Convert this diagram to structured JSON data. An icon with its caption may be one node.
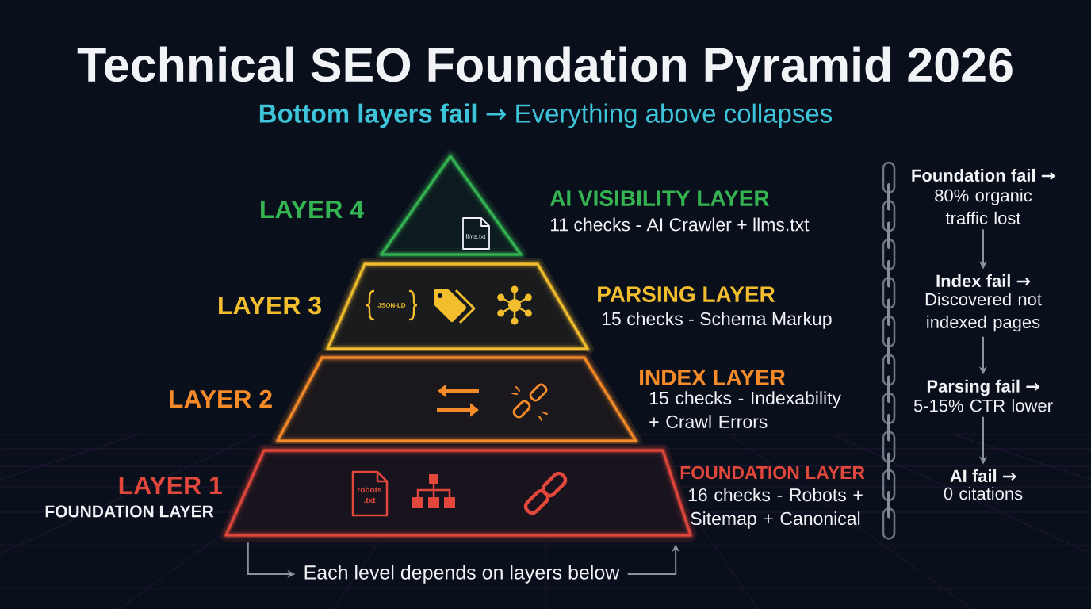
{
  "diagram": {
    "title": "Technical SEO Foundation Pyramid 2026",
    "nodes": [
      {
        "text": [
          "llms.txt",
          "AI VISIBILITY LAYER",
          "11 checks - AI Crawler + llms.txt"
        ],
        "beside": [
          "LAYER 4"
        ]
      },
      {
        "text": [
          "JSON-LD",
          "PARSING LAYER",
          "15 checks - Schema Markup"
        ],
        "beside": [
          "LAYER 3"
        ]
      },
      {
        "text": [
          "INDEX LAYER",
          "15 checks - Indexability + Crawl Errors"
        ],
        "beside": [
          "LAYER 2"
        ]
      },
      {
        "text": [
          "robots .txt",
          "FOUNDATION LAYER",
          "16 checks - Robots + Sitemap + Canonical"
        ],
        "beside": [
          "LAYER 1",
          "FOUNDATION LAYER"
        ]
      },
      {
        "text": [
          "Foundation fail →",
          "80% organic traffic lost"
        ]
      },
      {
        "text": [
          "Index fail →",
          "Discovered not indexed pages"
        ]
      },
      {
        "text": [
          "Parsing fail →",
          "5-15% CTR lower"
        ]
      },
      {
        "text": [
          "AI fail →",
          "0 citations"
        ]
      },
      {
        "text": [
          "Each level depends on layers below"
        ]
      }
    ],
    "edges": [
      {
        "from": 4,
        "to": 5,
        "arrow": "to"
      },
      {
        "from": 5,
        "to": 6,
        "arrow": "to"
      },
      {
        "from": 6,
        "to": 7,
        "arrow": "to"
      },
      {
        "from": 3,
        "to": 8,
        "arrow": "to"
      },
      {
        "from": 8,
        "to": 3,
        "arrow": "to"
      }
    ],
    "labels": [
      "**Bottom layers fail** → Everything above collapses"
    ]
  }
}
